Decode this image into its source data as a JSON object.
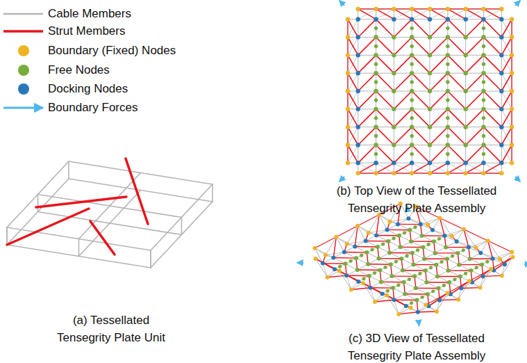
{
  "diagram": {
    "labels": [
      "(a) Tessellated Tensegrity Plate Unit",
      "(b) Top View of the Tessellated Tensegrity Plate Assembly",
      "(c) 3D View of Tessellated Tensegrity Plate Assembly"
    ],
    "legend": [
      {
        "text": "Cable Members"
      },
      {
        "text": "Strut Members"
      },
      {
        "text": "Boundary (Fixed) Nodes",
        "color": "#f0b323"
      },
      {
        "text": "Free Nodes",
        "color": "#78ac3c"
      },
      {
        "text": "Docking Nodes",
        "color": "#2878b8"
      },
      {
        "text": "Boundary Forces"
      }
    ]
  }
}
